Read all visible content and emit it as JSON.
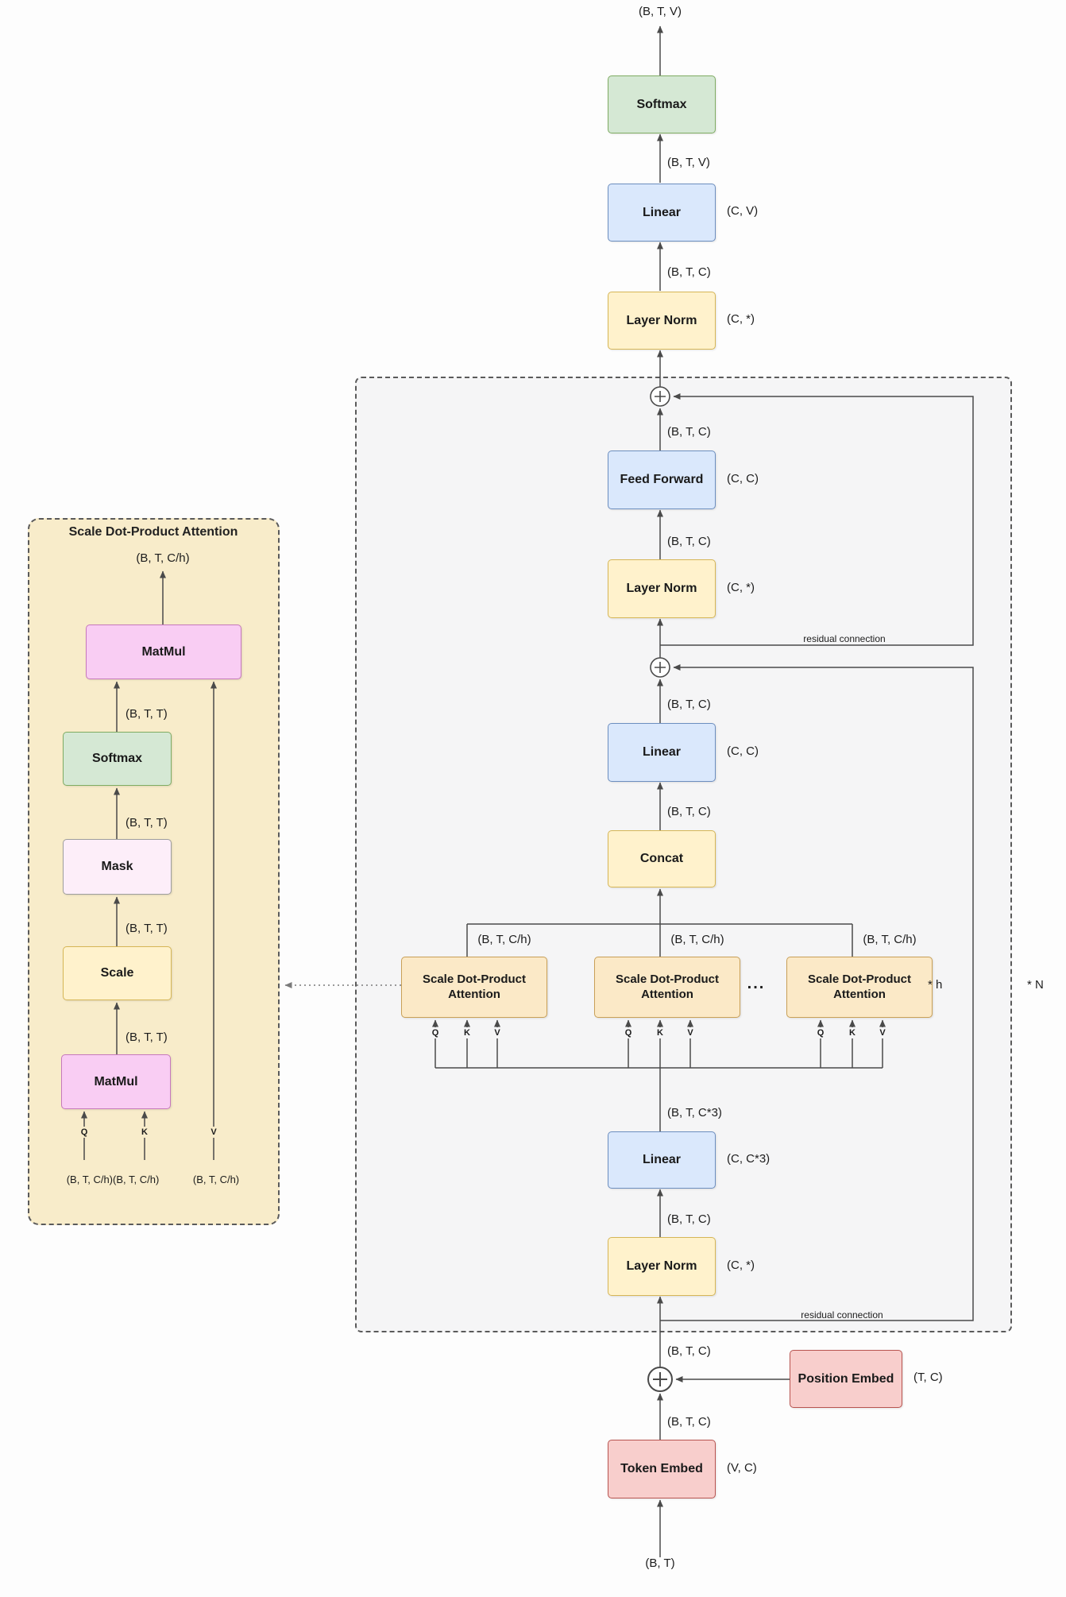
{
  "colors": {
    "canvas_bg": "#fdfdfd",
    "block_panel_fill": "#f5f5f6",
    "detail_panel_fill": "#f8ecca",
    "dashed_border": "#5a5a5a",
    "green_fill": "#d5e8d4",
    "green_stroke": "#7fac63",
    "blue_fill": "#dae8fc",
    "blue_stroke": "#6c8ebf",
    "yellow_fill": "#fff2cc",
    "yellow_stroke": "#d6b656",
    "red_fill": "#f8cecc",
    "red_stroke": "#b85450",
    "tan_fill": "#fbe9c7",
    "tan_stroke": "#c9a057",
    "pink_fill": "#f9cdf3",
    "pink_stroke": "#c678bc",
    "mask_fill": "#fdeef9",
    "mask_stroke": "#9e9e9e",
    "wire": "#4a4a4a"
  },
  "dims": {
    "btv": "(B, T, V)",
    "btc": "(B, T, C)",
    "btc3": "(B, T, C*3)",
    "btch": "(B, T, C/h)",
    "btt": "(B, T, T)",
    "bt": "(B, T)"
  },
  "params": {
    "cv": "(C, V)",
    "cstar": "(C, *)",
    "cc": "(C, C)",
    "cc3": "(C, C*3)",
    "tc": "(T, C)",
    "vc": "(V, C)"
  },
  "nodes": {
    "softmax": "Softmax",
    "linear": "Linear",
    "layer_norm": "Layer Norm",
    "feed_forward": "Feed Forward",
    "concat": "Concat",
    "attention_head": "Scale Dot-Product Attention",
    "token_embed": "Token Embed",
    "position_embed": "Position Embed",
    "matmul": "MatMul",
    "mask": "Mask",
    "scale": "Scale"
  },
  "annotations": {
    "residual": "residual connection",
    "repeat_heads": "* h",
    "repeat_blocks": "* N",
    "ellipsis": "...",
    "q": "Q",
    "k": "K",
    "v": "V",
    "detail_title": "Scale Dot-Product Attention",
    "qk_dims": "(B, T, C/h)(B, T, C/h)"
  }
}
